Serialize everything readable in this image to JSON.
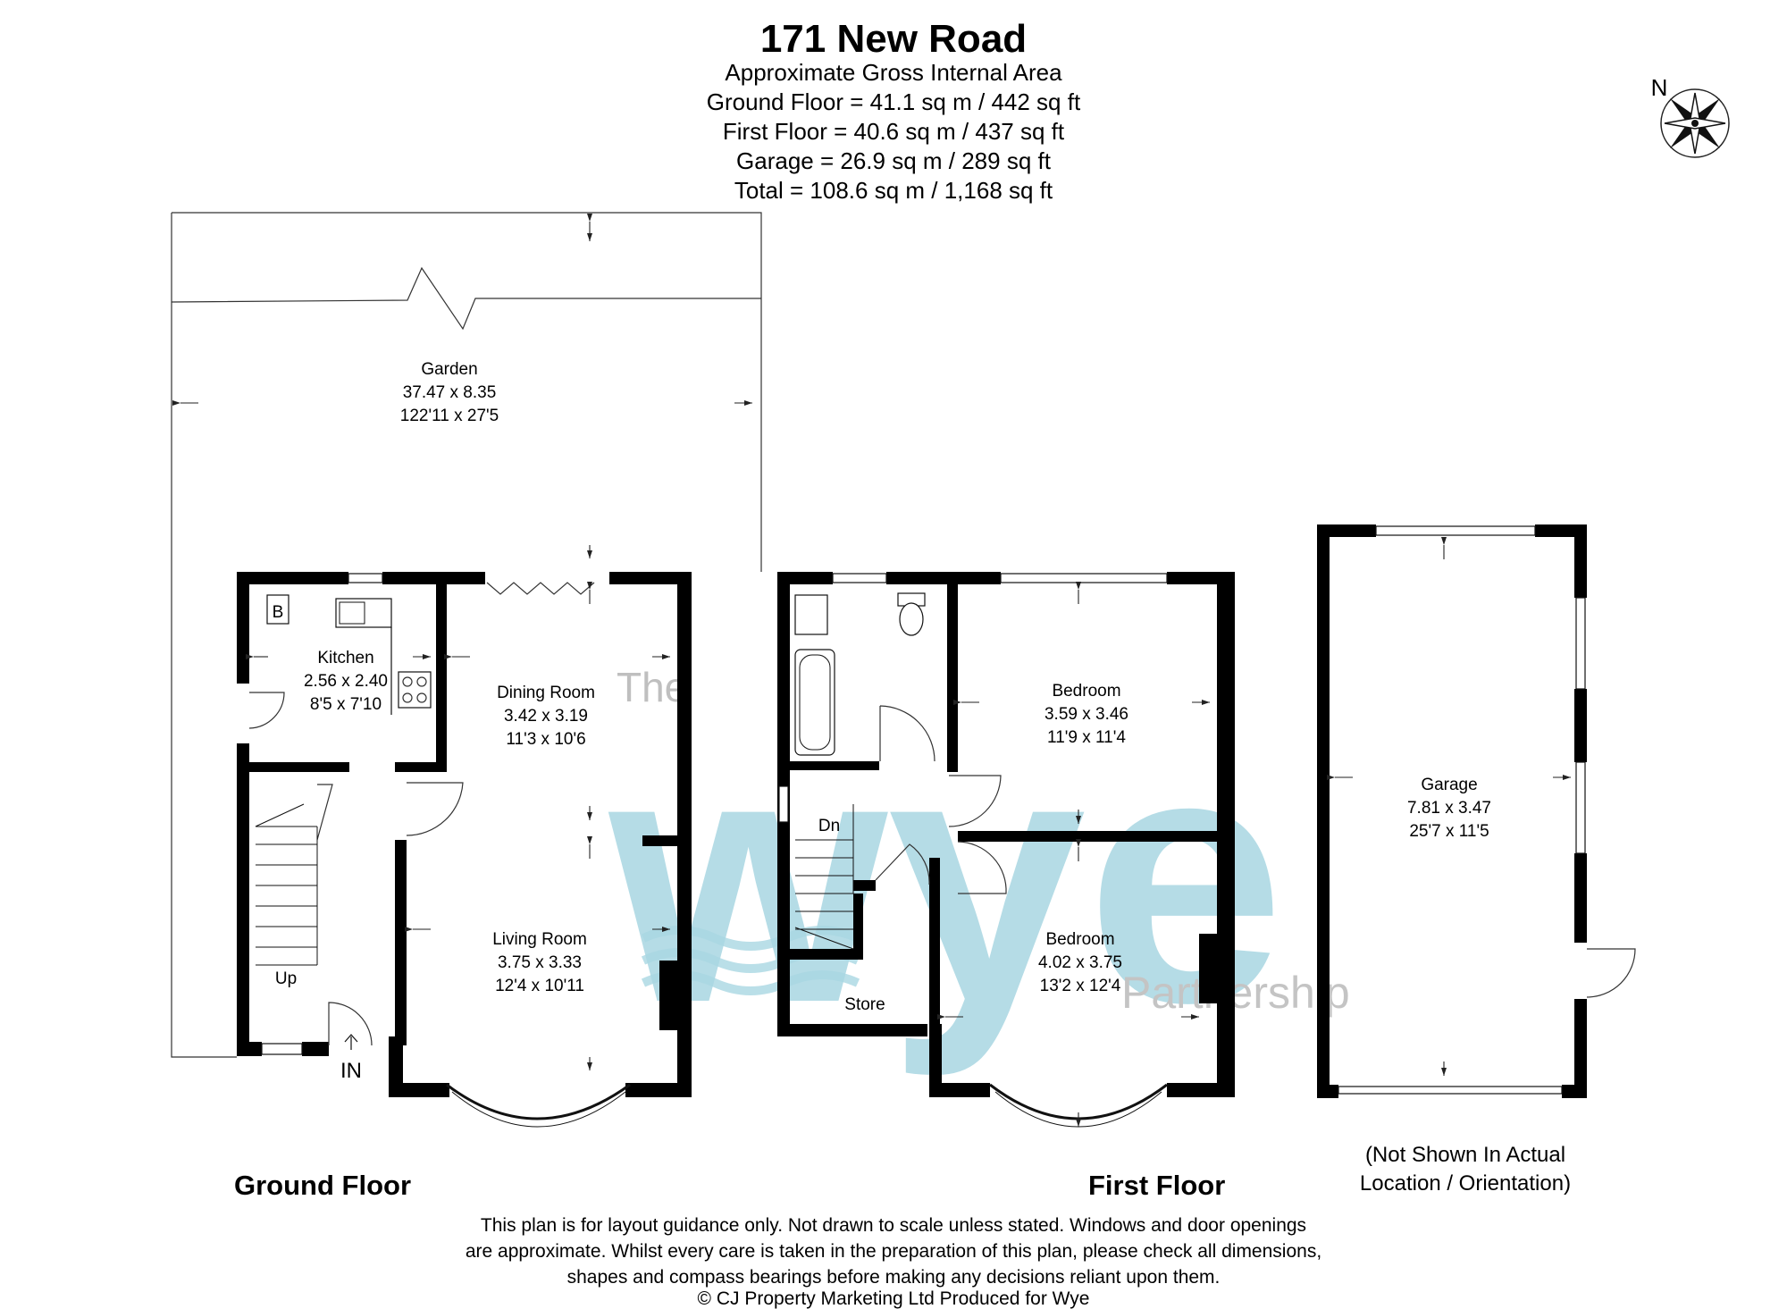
{
  "header": {
    "title": "171 New Road",
    "subtitle": "Approximate Gross Internal Area",
    "areas": [
      "Ground Floor = 41.1 sq m / 442 sq ft",
      "First Floor = 40.6 sq m / 437 sq ft",
      "Garage = 26.9 sq m / 289 sq ft",
      "Total = 108.6 sq m / 1,168 sq ft"
    ]
  },
  "compass": {
    "label": "N"
  },
  "rooms": {
    "garden": {
      "name": "Garden",
      "metric": "37.47 x 8.35",
      "imperial": "122'11 x 27'5"
    },
    "kitchen": {
      "name": "Kitchen",
      "metric": "2.56 x 2.40",
      "imperial": "8'5 x 7'10"
    },
    "dining": {
      "name": "Dining Room",
      "metric": "3.42 x 3.19",
      "imperial": "11'3 x 10'6"
    },
    "living": {
      "name": "Living Room",
      "metric": "3.75 x 3.33",
      "imperial": "12'4 x 10'11"
    },
    "bedroom1": {
      "name": "Bedroom",
      "metric": "3.59 x 3.46",
      "imperial": "11'9 x 11'4"
    },
    "bedroom2": {
      "name": "Bedroom",
      "metric": "4.02 x 3.75",
      "imperial": "13'2 x 12'4"
    },
    "garage": {
      "name": "Garage",
      "metric": "7.81 x 3.47",
      "imperial": "25'7 x 11'5"
    },
    "store": {
      "name": "Store"
    }
  },
  "labels": {
    "boiler": "B",
    "up": "Up",
    "down": "Dn",
    "entrance": "IN"
  },
  "floors": {
    "ground": "Ground Floor",
    "first": "First Floor"
  },
  "garage_note": [
    "(Not Shown In Actual",
    "Location / Orientation)"
  ],
  "watermark": {
    "the": "The",
    "wye": "wye",
    "partnership": "Partnership"
  },
  "disclaimer": [
    "This plan is for layout guidance only. Not drawn to scale unless stated. Windows and door openings",
    "are approximate. Whilst every care is taken in the preparation of this plan, please check all dimensions,",
    "shapes and compass bearings before making any decisions reliant upon them.",
    "© CJ Property Marketing Ltd Produced for Wye"
  ],
  "colors": {
    "wall": "#000000",
    "watermark": "#a9d7e2",
    "background": "#ffffff"
  }
}
